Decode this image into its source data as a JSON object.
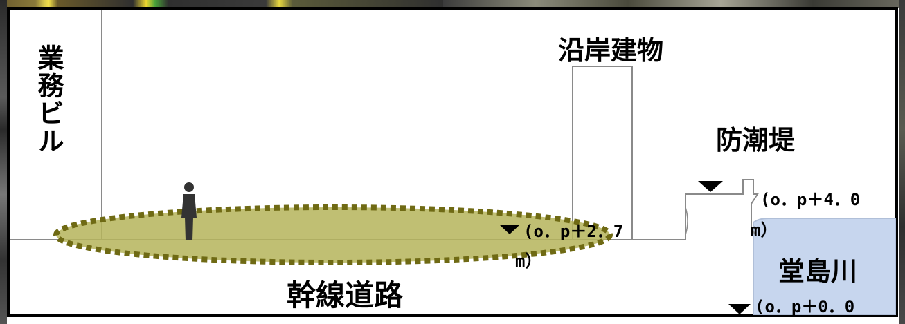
{
  "labels": {
    "office_building": "業務ビル",
    "coastal_building": "沿岸建物",
    "seawall": "防潮堤",
    "river": "堂島川",
    "arterial_road": "幹線道路"
  },
  "levels": {
    "road_level_line1": "(o．p＋2．7",
    "road_level_line2": "m）",
    "seawall_level_line1": "(o．p＋4．0",
    "seawall_level_line2": "m）",
    "river_level_line1": "(o．p＋0．0"
  },
  "colors": {
    "road_fill": "#b5b45a",
    "road_dots": "#6f6a14",
    "river_fill": "#c7d6ee",
    "outline": "#8a8a8a",
    "frame": "#000000"
  },
  "icons": {
    "level_marker": "triangle-down-icon",
    "person": "person-silhouette-icon"
  }
}
